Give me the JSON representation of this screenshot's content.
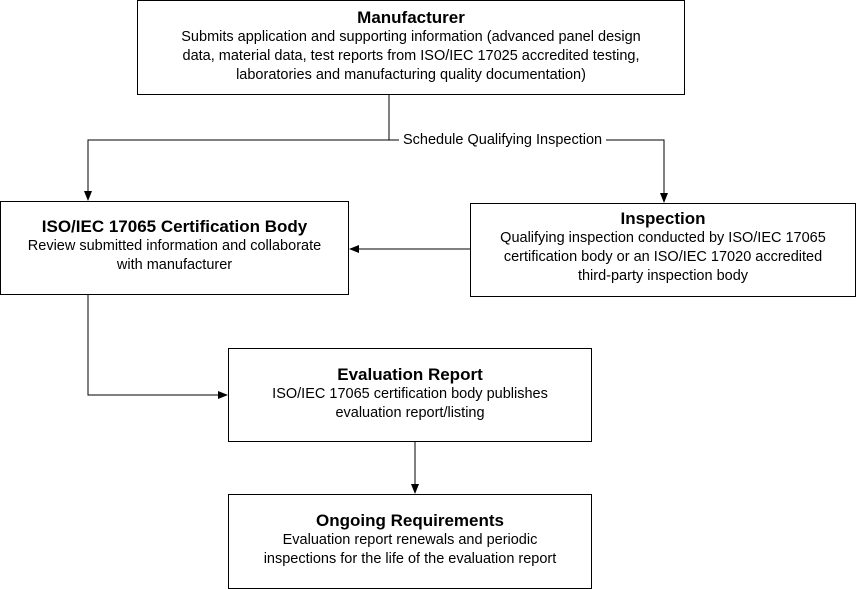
{
  "nodes": {
    "manufacturer": {
      "title": "Manufacturer",
      "lines": [
        "Submits application and supporting information (advanced panel design",
        "data, material data, test reports from ISO/IEC 17025 accredited testing,",
        "laboratories and manufacturing quality documentation)"
      ]
    },
    "certification_body": {
      "title": "ISO/IEC 17065 Certification Body",
      "lines": [
        "Review submitted information and collaborate",
        "with manufacturer"
      ]
    },
    "inspection": {
      "title": "Inspection",
      "lines": [
        "Qualifying inspection conducted by ISO/IEC 17065",
        "certification body or an ISO/IEC 17020 accredited",
        "third-party inspection body"
      ]
    },
    "evaluation_report": {
      "title": "Evaluation Report",
      "lines": [
        "ISO/IEC 17065 certification body publishes",
        "evaluation report/listing"
      ]
    },
    "ongoing_requirements": {
      "title": "Ongoing Requirements",
      "lines": [
        "Evaluation report renewals and periodic",
        "inspections for the life of the evaluation report"
      ]
    }
  },
  "edges": {
    "schedule_label": "Schedule Qualifying Inspection"
  },
  "colors": {
    "stroke": "#000000",
    "background": "#ffffff"
  }
}
